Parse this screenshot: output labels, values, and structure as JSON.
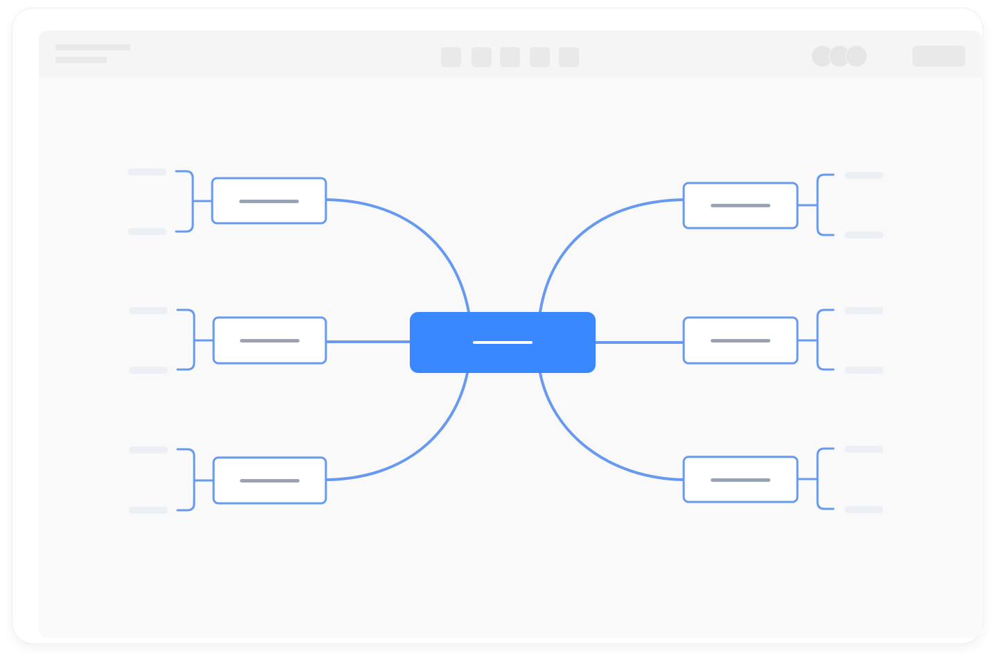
{
  "window": {
    "title": "",
    "toolbar": {
      "tools": [
        "tool-1",
        "tool-2",
        "tool-3",
        "tool-4",
        "tool-5"
      ],
      "collaborators": 3,
      "share_label": ""
    }
  },
  "mindmap": {
    "central_topic": {
      "label": ""
    },
    "branches": [
      {
        "side": "left",
        "position": "top",
        "label": "",
        "children": [
          "",
          ""
        ]
      },
      {
        "side": "left",
        "position": "middle",
        "label": "",
        "children": [
          "",
          ""
        ]
      },
      {
        "side": "left",
        "position": "bottom",
        "label": "",
        "children": [
          "",
          ""
        ]
      },
      {
        "side": "right",
        "position": "top",
        "label": "",
        "children": [
          "",
          ""
        ]
      },
      {
        "side": "right",
        "position": "middle",
        "label": "",
        "children": [
          "",
          ""
        ]
      },
      {
        "side": "right",
        "position": "bottom",
        "label": "",
        "children": [
          "",
          ""
        ]
      }
    ]
  },
  "colors": {
    "central_fill": "#3a88fd",
    "branch_stroke": "#6699ef",
    "placeholder_text": "#9aa3b5",
    "leaf_placeholder": "#eceff4"
  }
}
